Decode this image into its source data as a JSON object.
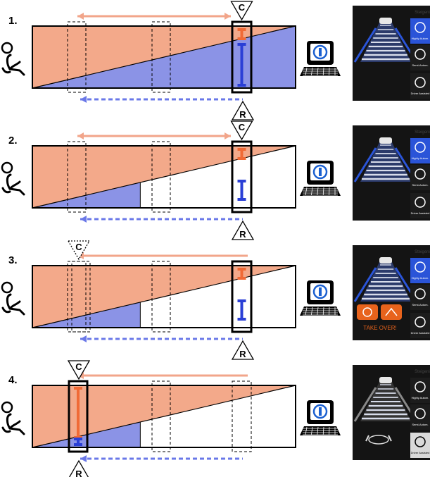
{
  "panels": [
    {
      "number": "1.",
      "blue_fill_to": 1.0,
      "control_marker": "C",
      "control_marker_dashed": false,
      "control_position": "right",
      "responsibility_marker": "R",
      "responsibility_position": "right",
      "arrow_head": "double",
      "mode_selected": "Highly Autom.",
      "takeover_text": "",
      "display_dimmed": false
    },
    {
      "number": "2.",
      "blue_fill_to": 0.41,
      "control_marker": "C",
      "control_marker_dashed": false,
      "control_position": "right",
      "responsibility_marker": "R",
      "responsibility_position": "right",
      "arrow_head": "double",
      "mode_selected": "Highly Autom.",
      "takeover_text": "",
      "display_dimmed": false
    },
    {
      "number": "3.",
      "blue_fill_to": 0.41,
      "control_marker": "C",
      "control_marker_dashed": true,
      "control_position": "left",
      "responsibility_marker": "R",
      "responsibility_position": "right",
      "arrow_head": "single",
      "mode_selected": "Highly Autom.",
      "takeover_text": "TAKE OVER!",
      "display_dimmed": false
    },
    {
      "number": "4.",
      "blue_fill_to": 0.41,
      "control_marker": "C",
      "control_marker_dashed": false,
      "control_position": "left",
      "responsibility_marker": "R",
      "responsibility_position": "left",
      "arrow_head": "single",
      "mode_selected": "Driver Assisted",
      "takeover_text": "",
      "display_dimmed": true
    }
  ],
  "display_labels": {
    "mode_1": "Highly Autom.",
    "mode_2": "Semi-Autom.",
    "mode_3": "Driver Assisted",
    "header": "Steigeni"
  },
  "colors": {
    "salmon": "#f3a98a",
    "blue": "#8b93e6",
    "human_bar": "#f06a36",
    "machine_bar": "#2a3fd6",
    "arrow_salmon": "#f2a58a",
    "arrow_blue": "#6a78e8",
    "display_bg": "#141414",
    "display_blue": "#2a54d8",
    "takeover_orange": "#e8631c"
  }
}
